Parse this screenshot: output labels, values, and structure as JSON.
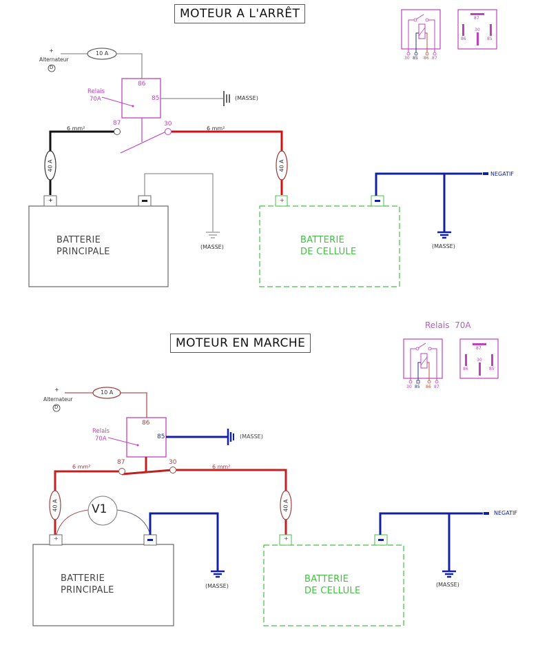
{
  "colors": {
    "relay": "#c040c0",
    "pos_wire_active": "#d01010",
    "pos_wire_marche": "#c02020",
    "neg_wire": "#1020a0",
    "idle_wire": "#111111",
    "signal_wire": "#909090",
    "signal_wire_marche": "#b05050",
    "cell_battery": "#40c040",
    "main_battery": "#666666"
  },
  "top": {
    "title": "MOTEUR A L'ARRÊT",
    "alternator": {
      "plus": "+",
      "label": "Alternateur",
      "terminal": "D"
    },
    "fuse_signal": "10 A",
    "relay": {
      "label_line1": "Relais",
      "label_line2": "70A",
      "pin86": "86",
      "pin85": "85",
      "pin87": "87",
      "pin30": "30"
    },
    "ground_relay": "(MASSE)",
    "wire_left": "6 mm²",
    "wire_right": "6 mm²",
    "fuse_left": "40 A",
    "fuse_right": "40 A",
    "main_battery": {
      "line1": "BATTERIE",
      "line2": "PRINCIPALE",
      "plus": "+",
      "minus": "▬"
    },
    "main_ground": "(MASSE)",
    "cell_battery": {
      "line1": "BATTERIE",
      "line2": "DE CELLULE",
      "plus": "+",
      "minus": "▬"
    },
    "cell_ground": "(MASSE)",
    "negatif": "NEGATIF",
    "relay_diagram": {
      "pins": [
        "30",
        "85",
        "86",
        "87"
      ]
    },
    "relay_socket": {
      "pins": [
        "87",
        "86",
        "30",
        "85"
      ]
    }
  },
  "bottom": {
    "title": "MOTEUR EN MARCHE",
    "relay_header": "Relais  70A",
    "alternator": {
      "plus": "+",
      "label": "Alternateur",
      "terminal": "D"
    },
    "fuse_signal": "10 A",
    "relay": {
      "label_line1": "Relais",
      "label_line2": "70A",
      "pin86": "86",
      "pin85": "85",
      "pin87": "87",
      "pin30": "30"
    },
    "ground_relay": "(MASSE)",
    "wire_left": "6 mm²",
    "wire_right": "6 mm²",
    "fuse_left": "40 A",
    "fuse_right": "40 A",
    "voltmeter": "V1",
    "main_battery": {
      "line1": "BATTERIE",
      "line2": "PRINCIPALE",
      "plus": "+",
      "minus": "▬"
    },
    "main_ground": "(MASSE)",
    "cell_battery": {
      "line1": "BATTERIE",
      "line2": "DE CELLULE",
      "plus": "+",
      "minus": "▬"
    },
    "cell_ground": "(MASSE)",
    "negatif": "NEGATIF",
    "relay_diagram": {
      "pins": [
        "30",
        "85",
        "86",
        "87"
      ]
    },
    "relay_socket": {
      "pins": [
        "87",
        "86",
        "30",
        "85"
      ]
    }
  }
}
